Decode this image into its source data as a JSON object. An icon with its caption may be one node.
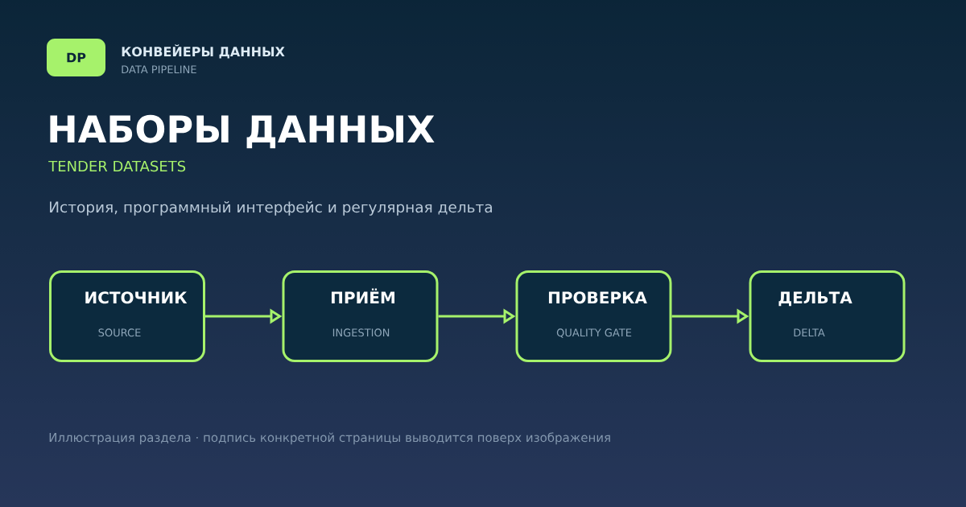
{
  "diagram": {
    "title": "НАБОРЫ ДАННЫХ",
    "caption": "Иллюстрация раздела · подпись конкретной страницы выводится поверх изображения",
    "nodes": [
      {
        "text": [
          "ИСТОЧНИК",
          "SOURCE"
        ]
      },
      {
        "text": [
          "ПРИЁМ",
          "INGESTION"
        ]
      },
      {
        "text": [
          "ПРОВЕРКА",
          "QUALITY GATE"
        ]
      },
      {
        "text": [
          "ДЕЛЬТА",
          "DELTA"
        ]
      }
    ],
    "edges": [
      {
        "from": 0,
        "to": 1,
        "arrow": "to"
      },
      {
        "from": 1,
        "to": 2,
        "arrow": "to"
      },
      {
        "from": 2,
        "to": 3,
        "arrow": "to"
      }
    ],
    "labels": [
      "DP",
      "КОНВЕЙЕРЫ ДАННЫХ",
      "DATA PIPELINE",
      "TENDER DATASETS",
      "История, программный интерфейс и регулярная дельта"
    ]
  }
}
